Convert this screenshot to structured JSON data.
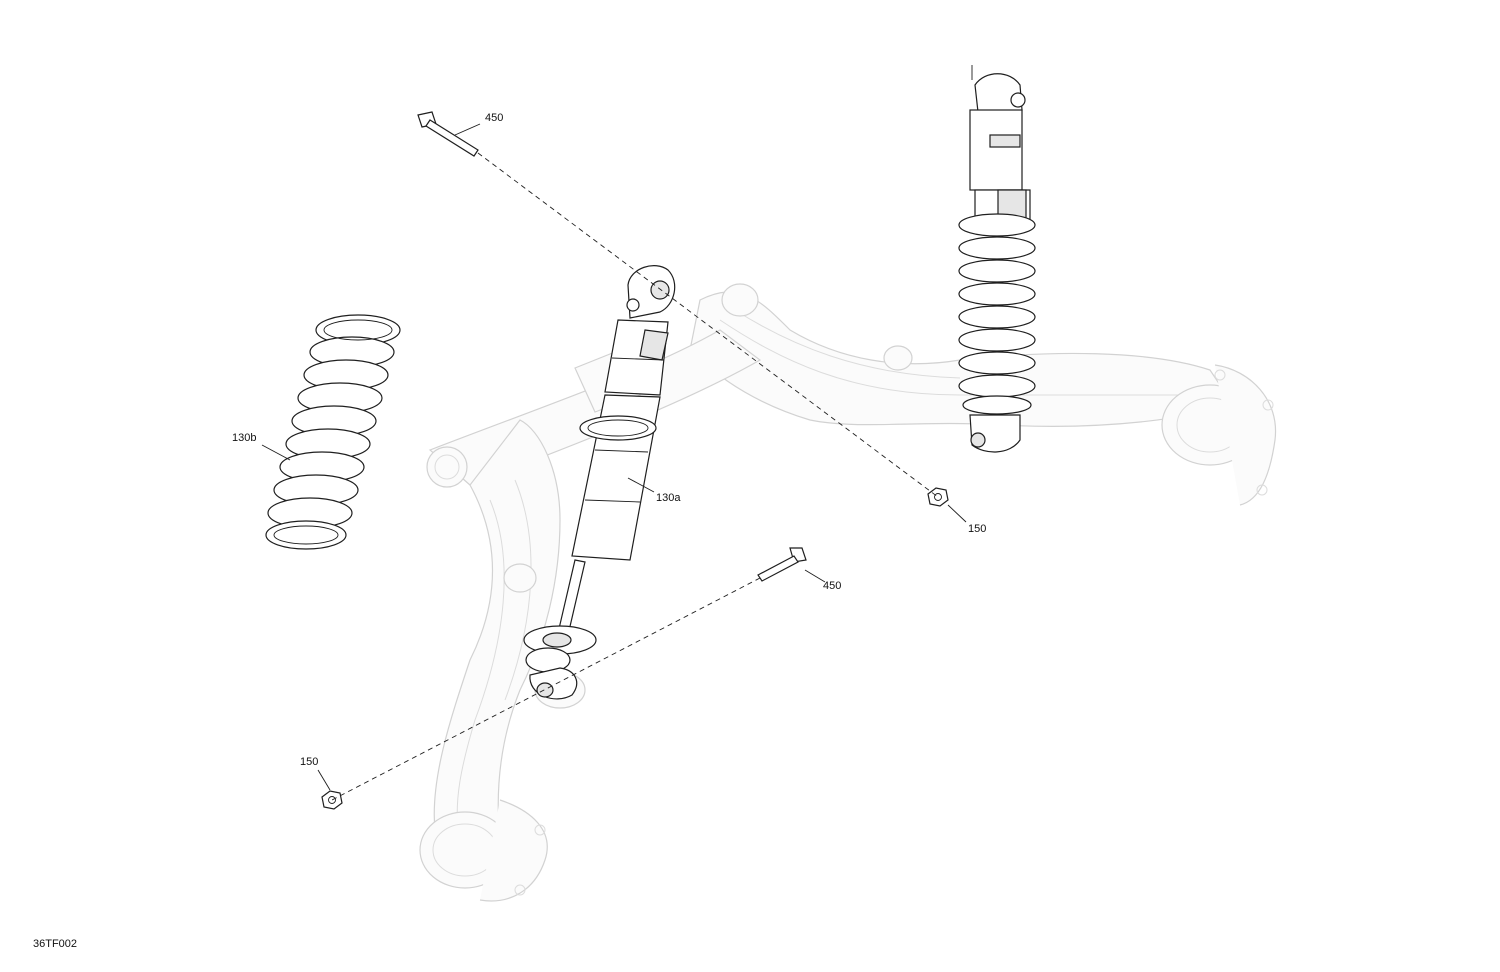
{
  "diagram": {
    "code": "36TF002",
    "callouts": {
      "bolt_top": "450",
      "bolt_bottom": "450",
      "nut_right": "150",
      "nut_left": "150",
      "spring": "130b",
      "shock_front": "130a"
    }
  }
}
